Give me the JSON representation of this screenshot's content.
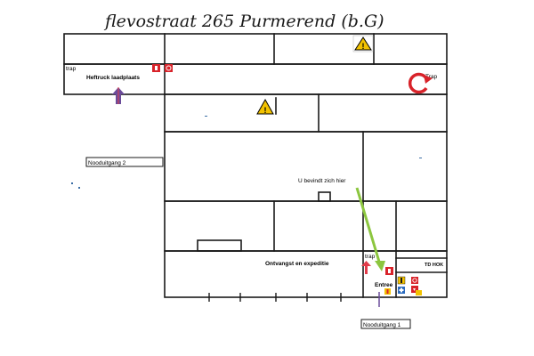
{
  "title": "flevostraat 265 Purmerend (b.G)",
  "labels": {
    "heftruck": "Heftruck laadplaats",
    "trap_left": "trap",
    "trap_right": "Trap",
    "trap_entrance": "trap",
    "you_are_here": "U bevindt zich hier",
    "receiving": "Ontvangst en expeditie",
    "entrance": "Entree",
    "td_hok": "TD HOK",
    "exit_2": "Nooduitgang 2",
    "exit_1": "Nooduitgang 1"
  },
  "colors": {
    "wall": "#1a1a1a",
    "warning": "#f2c200",
    "fire": "#d8232a",
    "arrow_green": "#8cc63f",
    "arrow_purple": "#6b4c9a",
    "door_red": "#e23b4a"
  },
  "icons": [
    "warning-triangle-icon",
    "fire-extinguisher-icon",
    "fire-hose-icon",
    "u-turn-arrow-icon",
    "you-are-here-arrow-icon",
    "first-aid-icon",
    "aed-icon"
  ]
}
